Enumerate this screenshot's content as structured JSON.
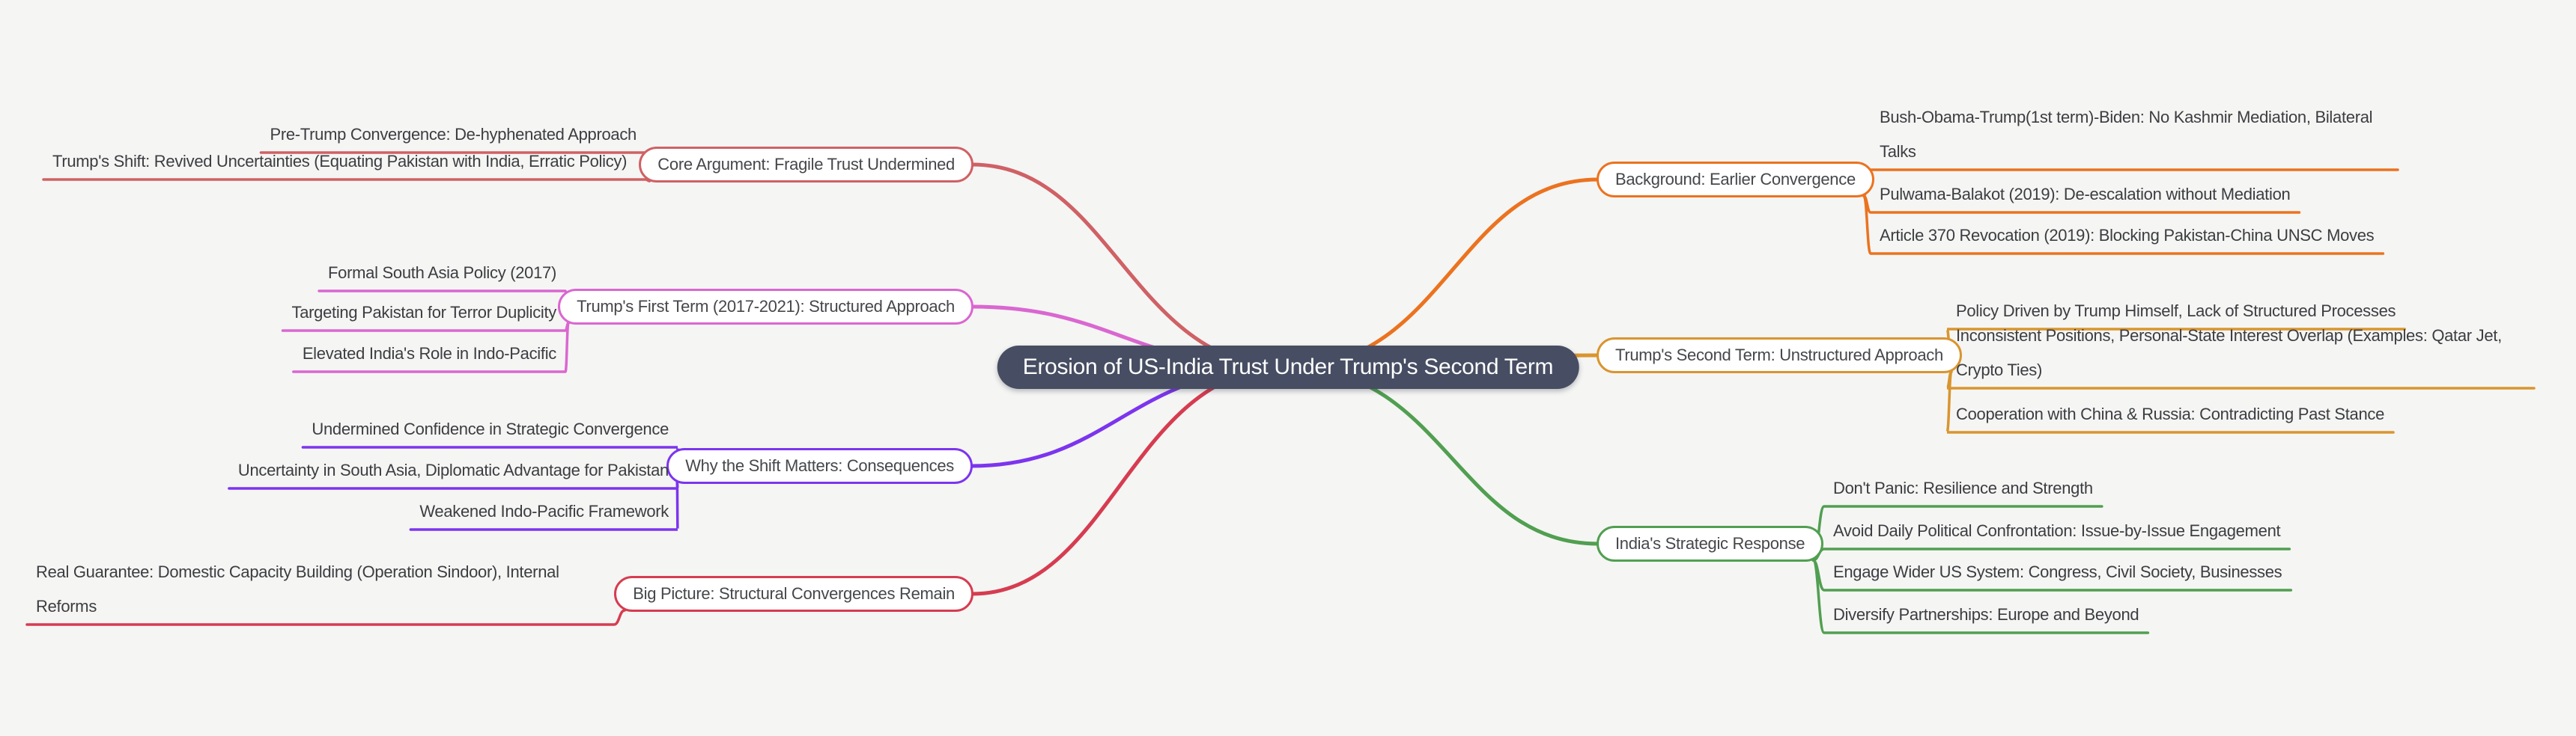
{
  "canvas": {
    "background": "#f5f5f4"
  },
  "root": {
    "label": "Erosion of US-India Trust Under Trump's Second Term",
    "bg_color": "#474e63",
    "text_color": "#ffffff"
  },
  "branches": [
    {
      "id": "core-argument",
      "side": "left",
      "color": "#cf6165",
      "label": "Core Argument: Fragile Trust Undermined",
      "children": [
        {
          "label": "Pre-Trump Convergence: De-hyphenated Approach"
        },
        {
          "label": "Trump's Shift: Revived Uncertainties (Equating Pakistan with India, Erratic Policy)"
        }
      ]
    },
    {
      "id": "first-term",
      "side": "left",
      "color": "#da67d0",
      "label": "Trump's First Term (2017-2021): Structured Approach",
      "children": [
        {
          "label": "Formal South Asia Policy (2017)"
        },
        {
          "label": "Targeting Pakistan for Terror Duplicity"
        },
        {
          "label": "Elevated India's Role in Indo-Pacific"
        }
      ]
    },
    {
      "id": "why-shift-matters",
      "side": "left",
      "color": "#7c35ee",
      "label": "Why the Shift Matters: Consequences",
      "children": [
        {
          "label": "Undermined Confidence in Strategic Convergence"
        },
        {
          "label": "Uncertainty in South Asia, Diplomatic Advantage for Pakistan"
        },
        {
          "label": "Weakened Indo-Pacific Framework"
        }
      ]
    },
    {
      "id": "big-picture",
      "side": "left",
      "color": "#d63c50",
      "label": "Big Picture:  Structural Convergences Remain",
      "children": [
        {
          "label": "Real Guarantee: Domestic Capacity Building (Operation Sindoor), Internal Reforms"
        }
      ]
    },
    {
      "id": "background-convergence",
      "side": "right",
      "color": "#eb731f",
      "label": "Background: Earlier Convergence",
      "children": [
        {
          "label": "Bush-Obama-Trump(1st term)-Biden: No Kashmir Mediation, Bilateral Talks"
        },
        {
          "label": "Pulwama-Balakot (2019): De-escalation without Mediation"
        },
        {
          "label": "Article 370 Revocation (2019): Blocking Pakistan-China UNSC Moves"
        }
      ]
    },
    {
      "id": "second-term",
      "side": "right",
      "color": "#d9952f",
      "label": "Trump's Second Term: Unstructured Approach",
      "children": [
        {
          "label": "Policy Driven by Trump Himself, Lack of Structured Processes"
        },
        {
          "label": "Inconsistent Positions, Personal-State Interest Overlap (Examples: Qatar Jet, Crypto Ties)"
        },
        {
          "label": "Cooperation with China & Russia: Contradicting Past Stance"
        }
      ]
    },
    {
      "id": "india-response",
      "side": "right",
      "color": "#519f50",
      "label": "India's Strategic Response",
      "children": [
        {
          "label": "Don't Panic: Resilience and Strength"
        },
        {
          "label": "Avoid Daily Political Confrontation: Issue-by-Issue Engagement"
        },
        {
          "label": "Engage Wider US System: Congress, Civil Society, Businesses"
        },
        {
          "label": "Diversify Partnerships: Europe and Beyond"
        }
      ]
    }
  ]
}
